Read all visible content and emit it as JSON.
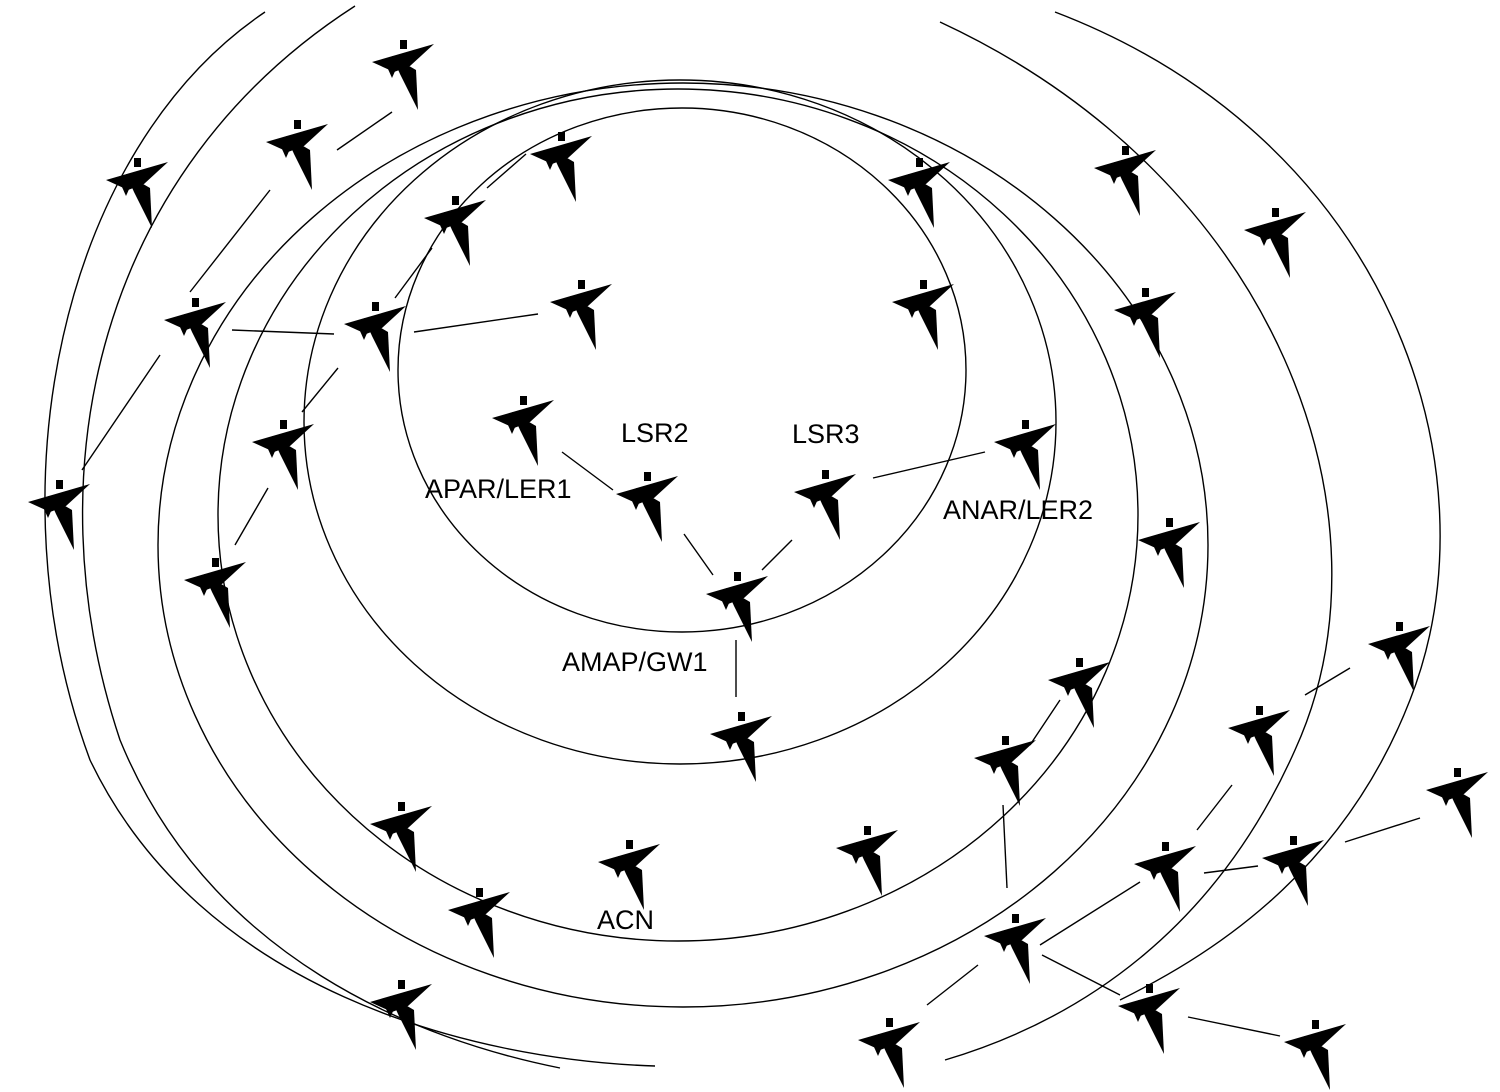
{
  "colors": {
    "line": "#000000",
    "aircraft": "#000000",
    "background": "#ffffff"
  },
  "icon": "aircraft-icon",
  "labels": {
    "apar": "APAR/LER1",
    "lsr2": "LSR2",
    "lsr3": "LSR3",
    "anar": "ANAR/LER2",
    "amap": "AMAP/GW1",
    "acn": "ACN"
  }
}
